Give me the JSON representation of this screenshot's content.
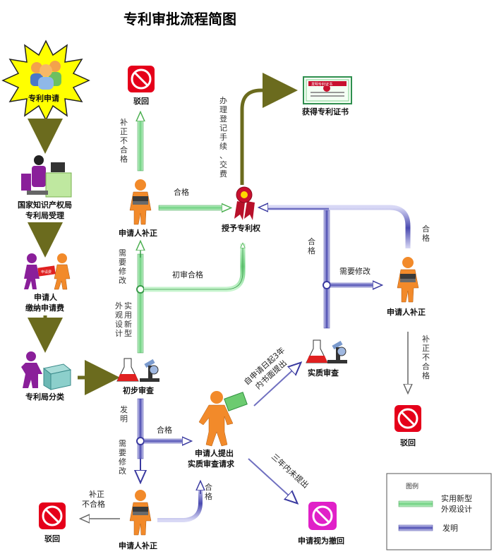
{
  "title": "专利审批流程简图",
  "nodes": {
    "apply": "专利申请",
    "office_accept": [
      "国家知识产权局",
      "专利局受理"
    ],
    "pay_fee": [
      "申请人",
      "缴纳申请费"
    ],
    "fee_doc": "申请费",
    "classify": "专利局分类",
    "prelim": "初步审查",
    "reject_top": "驳回",
    "applicant_fix_top": "申请人补正",
    "grant": "授予专利权",
    "certificate": "获得专利证书",
    "cert_text": "发明专利证书",
    "substantive": "实质审查",
    "applicant_fix_right": "申请人补正",
    "reject_right": "驳回",
    "request_sub": [
      "申请人提出",
      "实质审查请求"
    ],
    "withdrawn": "申请视为撤回",
    "applicant_fix_bottom": "申请人补正",
    "reject_bottom": "驳回"
  },
  "edge_labels": {
    "fix_fail_top": "补正不合格",
    "qualified_top": "合格",
    "register_fee": "办理登记手续、交费",
    "needs_modify_top": "需要修改",
    "prelim_pass": "初审合格",
    "utility_design": "外观设计实用新型",
    "invention": "发明",
    "qualified_mid": "合格",
    "needs_modify_bottom": "需要修改",
    "fix_fail_bottom": "补正不合格",
    "qualified_bottom": "合格",
    "within_3y": "自申请日起3年内书面提出",
    "not_within_3y": "三年内未提出",
    "qualified_right_v": "合格",
    "needs_modify_right": "需要修改",
    "qualified_right": "合格",
    "fix_fail_right": "补正不合格"
  },
  "legend": {
    "title": "图例",
    "utility": [
      "实用新型",
      "外观设计"
    ],
    "invention": "发明"
  },
  "colors": {
    "olive": "#6b6b1e",
    "green": "#7fdc8f",
    "blue": "#5555bb",
    "reject_red": "#e5001a",
    "withdraw_magenta": "#e020c8",
    "figure_orange": "#f28a2a"
  }
}
